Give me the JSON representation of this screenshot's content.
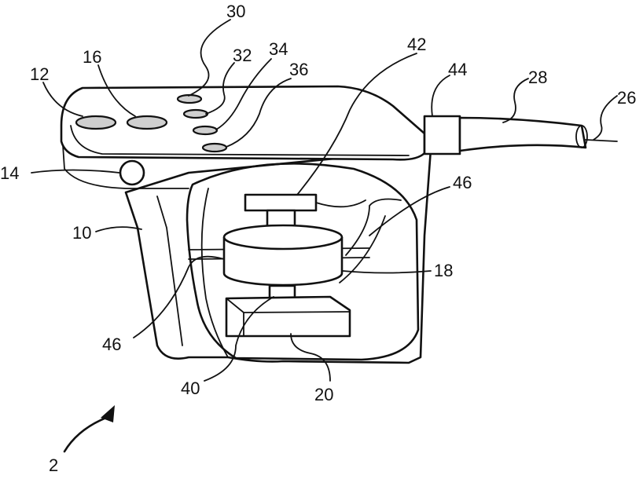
{
  "labels": {
    "n2": "2",
    "n10": "10",
    "n12": "12",
    "n14": "14",
    "n16": "16",
    "n18": "18",
    "n20": "20",
    "n26": "26",
    "n28": "28",
    "n30": "30",
    "n32": "32",
    "n34": "34",
    "n36": "36",
    "n40": "40",
    "n42": "42",
    "n44": "44",
    "n46a": "46",
    "n46b": "46"
  },
  "colors": {
    "ink": "#111111",
    "paper": "#ffffff"
  }
}
